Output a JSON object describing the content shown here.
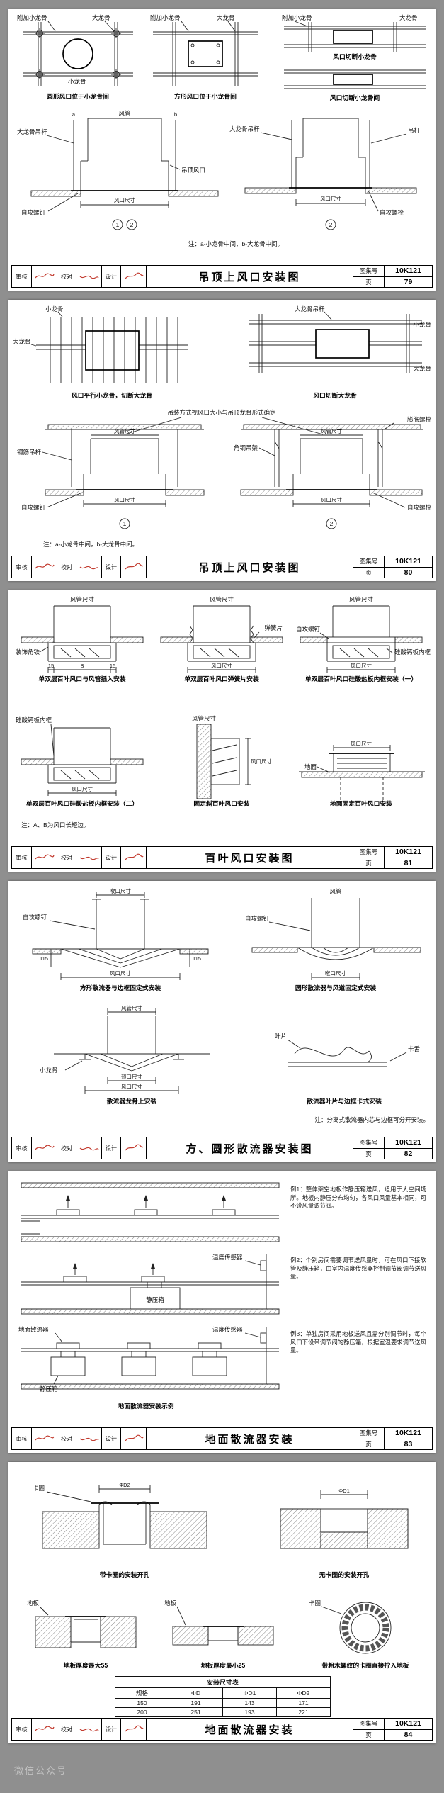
{
  "strings": {
    "atlas_label": "图集号",
    "page_label": "页",
    "atlas_no": "10K121",
    "role_review": "审核",
    "role_check": "校对",
    "role_design": "设计"
  },
  "watermark": "微信公众号",
  "pages": [
    {
      "title": "吊顶上风口安装图",
      "page_no": "79",
      "captions": [
        "圆形风口位于小龙骨间",
        "方形风口位于小龙骨间",
        "风口切断小龙骨",
        "风口切断小龙骨间"
      ],
      "labels": [
        "附加小龙骨",
        "大龙骨",
        "小龙骨",
        "附加小龙骨",
        "大龙骨",
        "附加小龙骨",
        "大龙骨",
        "风管",
        "大龙骨吊杆",
        "吊顶风口",
        "自攻螺钉",
        "风口尺寸",
        "大龙骨吊杆",
        "自攻螺栓",
        "风口尺寸",
        "a",
        "b",
        "吊杆"
      ],
      "balloons": [
        "1",
        "2"
      ],
      "note": "注：a-小龙骨中间，b-大龙骨中间。"
    },
    {
      "title": "吊顶上风口安装图",
      "page_no": "80",
      "captions": [
        "风口平行小龙骨，切断大龙骨",
        "风口切断大龙骨"
      ],
      "labels": [
        "小龙骨",
        "大龙骨",
        "大龙骨吊杆",
        "小龙骨",
        "大龙骨",
        "吊装方式视风口大小与吊顶龙骨形式确定",
        "钢筋吊杆",
        "自攻螺钉",
        "风口尺寸",
        "角钢吊架",
        "膨胀螺栓",
        "自攻螺栓",
        "风口尺寸",
        "风管尺寸",
        "风管尺寸"
      ],
      "balloons": [
        "1",
        "2"
      ],
      "note": "注：a-小龙骨中间，b-大龙骨中间。"
    },
    {
      "title": "百叶风口安装图",
      "page_no": "81",
      "captions": [
        "单双层百叶风口与风管插入安装",
        "单双层百叶风口弹簧片安装",
        "单双层百叶风口硅酸盐板内框安装（一）",
        "单双层百叶风口硅酸盐板内框安装（二）",
        "固定斜百叶风口安装",
        "地面固定百叶风口安装"
      ],
      "labels": [
        "风管尺寸",
        "装饰角铁",
        "风管尺寸",
        "弹簧片",
        "风口尺寸",
        "风管尺寸",
        "硅酸钙板内框",
        "自攻螺钉",
        "风口尺寸",
        "硅酸钙板内框",
        "风口尺寸",
        "风管尺寸",
        "风口尺寸",
        "地面",
        "风口尺寸"
      ],
      "dims": [
        "15",
        "B",
        "15"
      ],
      "note": "注：A、B为风口长短边。"
    },
    {
      "title": "方、圆形散流器安装图",
      "page_no": "82",
      "captions": [
        "方形散流器与边框固定式安装",
        "圆形散流器与风道固定式安装",
        "散流器龙骨上安装",
        "散流器叶片与边框卡式安装"
      ],
      "labels": [
        "自攻螺钉",
        "喉口尺寸",
        "风口尺寸",
        "风管",
        "自攻螺钉",
        "喉口尺寸",
        "风管尺寸",
        "小龙骨",
        "颈口尺寸",
        "风口尺寸",
        "叶片",
        "卡舌"
      ],
      "dims": [
        "115",
        "115"
      ],
      "note": "注：分离式散流器内芯与边框可分开安装。"
    },
    {
      "title": "地面散流器安装",
      "page_no": "83",
      "captions": [
        "地面散流器安装示例"
      ],
      "labels": [
        "地面散流器",
        "温度传感器",
        "静压箱",
        "温度传感器",
        "静压箱"
      ],
      "examples": [
        "例1：整体架空地板作静压箱送风，适用于大空间场所。地板内静压分布均匀，各风口风量基本相同，可不设风量调节阀。",
        "例2：个别房间需要调节送风量时，可在风口下接软管及静压箱，由室内温度传感器控制调节阀调节送风量。",
        "例3：单独房间采用地板送风且需分别调节时，每个风口下设带调节阀的静压箱，根据室温要求调节送风量。"
      ]
    },
    {
      "title": "地面散流器安装",
      "page_no": "84",
      "captions": [
        "带卡圈的安装开孔",
        "无卡圈的安装开孔",
        "地板厚度最大55",
        "地板厚度最小25",
        "带粗木螺纹的卡圈直接拧入地板"
      ],
      "labels": [
        "卡圈",
        "地板",
        "地板",
        "卡圈"
      ],
      "dims": [
        "ΦD1",
        "ΦD2"
      ],
      "table": {
        "title": "安装尺寸表",
        "header": [
          "规格",
          "ΦD",
          "ΦD1",
          "ΦD2"
        ],
        "rows": [
          [
            "150",
            "191",
            "143",
            "171"
          ],
          [
            "200",
            "251",
            "193",
            "221"
          ]
        ]
      }
    }
  ]
}
